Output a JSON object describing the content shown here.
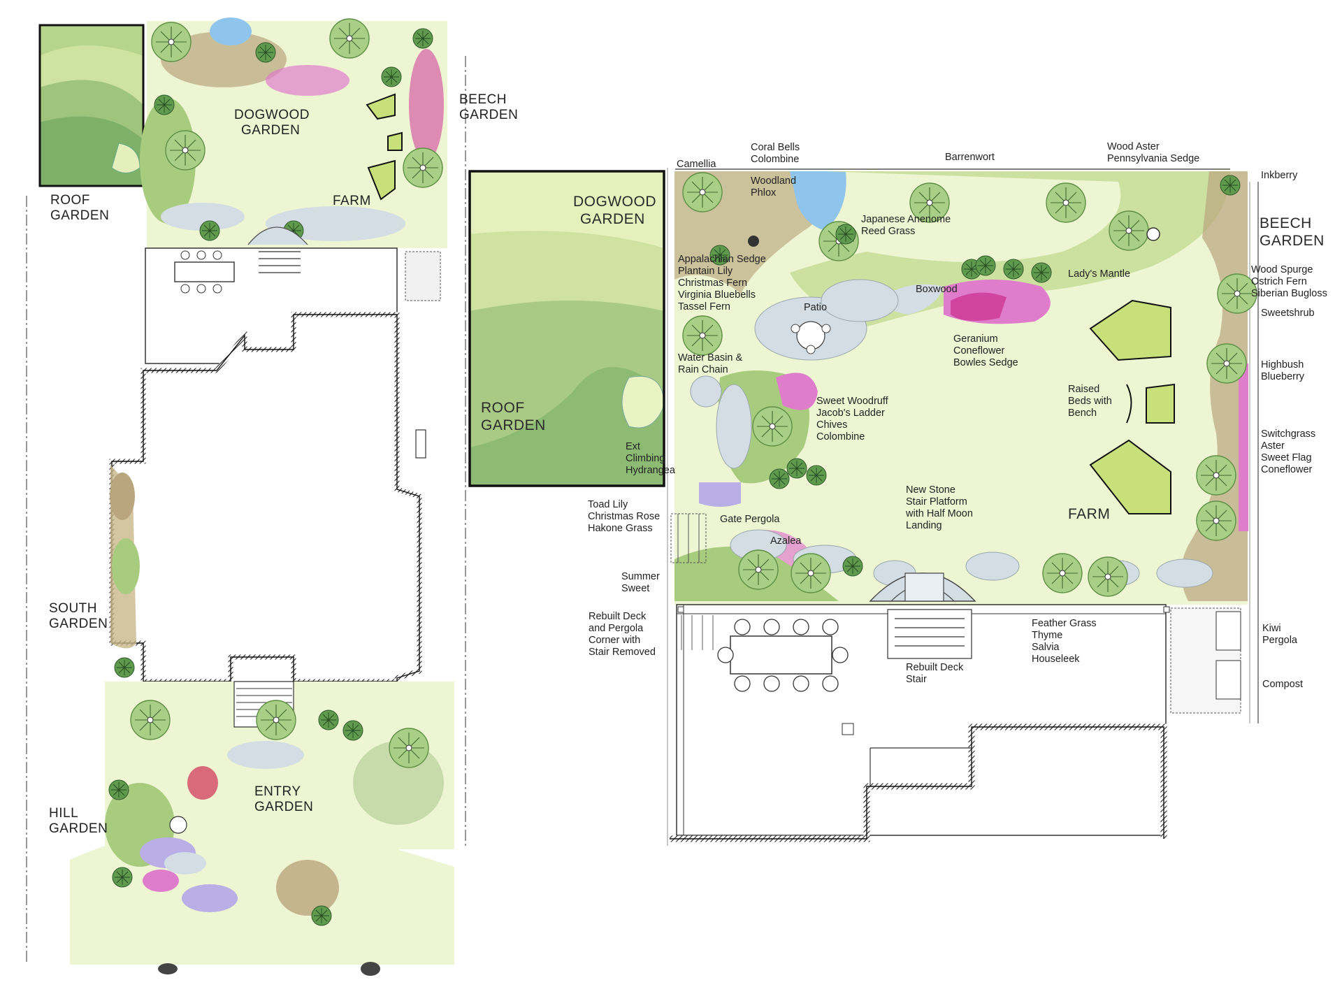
{
  "site_plan": {
    "labels": {
      "roof_garden": [
        "ROOF",
        "GARDEN"
      ],
      "dogwood_garden": [
        "DOGWOOD",
        "GARDEN"
      ],
      "beech_garden": [
        "BEECH",
        "GARDEN"
      ],
      "farm": "FARM",
      "south_garden": [
        "SOUTH",
        "GARDEN"
      ],
      "hill_garden": [
        "HILL",
        "GARDEN"
      ],
      "entry_garden": [
        "ENTRY",
        "GARDEN"
      ]
    }
  },
  "detail_plan": {
    "zones": {
      "dogwood_garden": [
        "DOGWOOD",
        "GARDEN"
      ],
      "roof_garden": [
        "ROOF",
        "GARDEN"
      ],
      "beech_garden": [
        "BEECH",
        "GARDEN"
      ],
      "farm": "FARM"
    },
    "labels": {
      "camellia": "Camellia",
      "coral_bells": [
        "Coral Bells",
        "Colombine"
      ],
      "woodland_phlox": [
        "Woodland",
        "Phlox"
      ],
      "barrenwort": "Barrenwort",
      "wood_aster": [
        "Wood Aster",
        "Pennsylvania Sedge"
      ],
      "inkberry": "Inkberry",
      "japanese_anenome": [
        "Japanese Anenome",
        "Reed Grass"
      ],
      "appalachian_sedge": [
        "Appalachian Sedge",
        "Plantain Lily",
        "Christmas Fern",
        "Virginia Bluebells",
        "Tassel Fern"
      ],
      "boxwood": "Boxwood",
      "ladys_mantle": "Lady's Mantle",
      "wood_spurge": [
        "Wood Spurge",
        "Ostrich Fern",
        "Siberian Bugloss"
      ],
      "sweetshrub": "Sweetshrub",
      "patio": "Patio",
      "geranium": [
        "Geranium",
        "Coneflower",
        "Bowles Sedge"
      ],
      "water_basin": [
        "Water Basin &",
        "Rain Chain"
      ],
      "highbush": [
        "Highbush",
        "Blueberry"
      ],
      "raised_beds": [
        "Raised",
        "Beds with",
        "Bench"
      ],
      "sweet_woodruff": [
        "Sweet Woodruff",
        "Jacob's Ladder",
        "Chives",
        "Colombine"
      ],
      "climbing_hydrangea": [
        "Ext",
        "Climbing",
        "Hydrangea"
      ],
      "switchgrass": [
        "Switchgrass",
        "Aster",
        "Sweet Flag",
        "Coneflower"
      ],
      "toad_lily": [
        "Toad Lily",
        "Christmas Rose",
        "Hakone Grass"
      ],
      "gate_pergola": "Gate Pergola",
      "stair_platform": [
        "New Stone",
        "Stair Platform",
        "with Half Moon",
        "Landing"
      ],
      "azalea": "Azalea",
      "summer_sweet": [
        "Summer",
        "Sweet"
      ],
      "rebuilt_deck_pergola": [
        "Rebuilt Deck",
        "and Pergola",
        "Corner with",
        "Stair Removed"
      ],
      "feather_grass": [
        "Feather Grass",
        "Thyme",
        "Salvia",
        "Houseleek"
      ],
      "kiwi_pergola": [
        "Kiwi",
        "Pergola"
      ],
      "rebuilt_deck_stair": [
        "Rebuilt Deck",
        "Stair"
      ],
      "compost": "Compost"
    }
  },
  "colors": {
    "lawn": "#eef5d2",
    "lime": "#c8e07a",
    "shrub": "#a8cc7e",
    "dark_shrub": "#6fa55a",
    "tan": "#b9a57e",
    "stone": "#d3dde3",
    "blue": "#8fc4ec",
    "pink": "#e07ccc",
    "magenta": "#d2459f",
    "purple": "#b9aee6",
    "red": "#d86a7a",
    "ink": "#1e1e1e"
  }
}
